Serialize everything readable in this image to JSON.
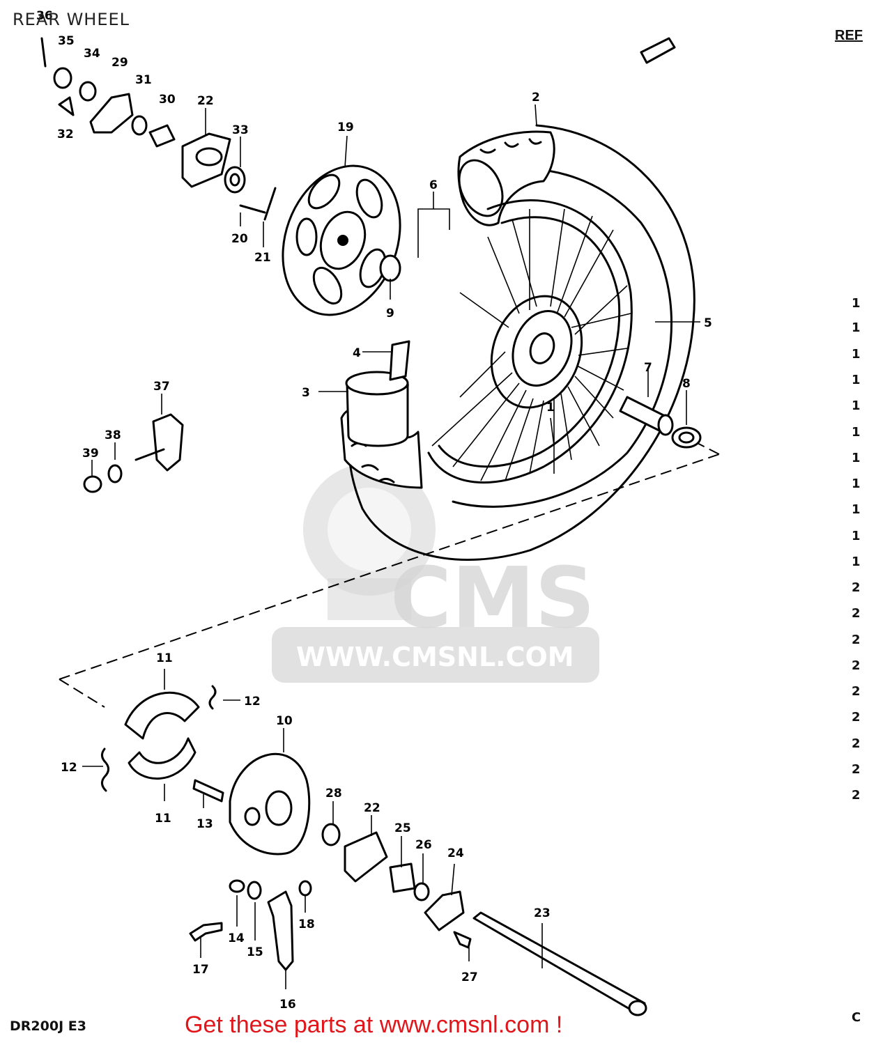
{
  "page": {
    "title": "REAR WHEEL",
    "ref_label": "REF",
    "model_code": "DR200J E3",
    "footer_cta": "Get these parts at www.cmsnl.com !",
    "corner_letter": "C"
  },
  "watermark": {
    "logo_text": "CMS",
    "url_text": "WWW.CMSNL.COM"
  },
  "callouts": [
    "1",
    "2",
    "3",
    "4",
    "5",
    "6",
    "7",
    "8",
    "9",
    "10",
    "11",
    "11",
    "12",
    "12",
    "13",
    "14",
    "15",
    "16",
    "17",
    "18",
    "19",
    "20",
    "21",
    "22",
    "22",
    "23",
    "24",
    "25",
    "26",
    "27",
    "28",
    "29",
    "30",
    "31",
    "32",
    "33",
    "34",
    "35",
    "36",
    "37",
    "38",
    "39"
  ],
  "right_index_column": [
    "1",
    "1",
    "1",
    "1",
    "1",
    "1",
    "1",
    "1",
    "1",
    "1",
    "1",
    "2",
    "2",
    "2",
    "2",
    "2",
    "2",
    "2",
    "2",
    "2"
  ],
  "colors": {
    "footer_text": "#e0161b",
    "line_art": "#000000",
    "watermark": "#d4d4d4"
  }
}
